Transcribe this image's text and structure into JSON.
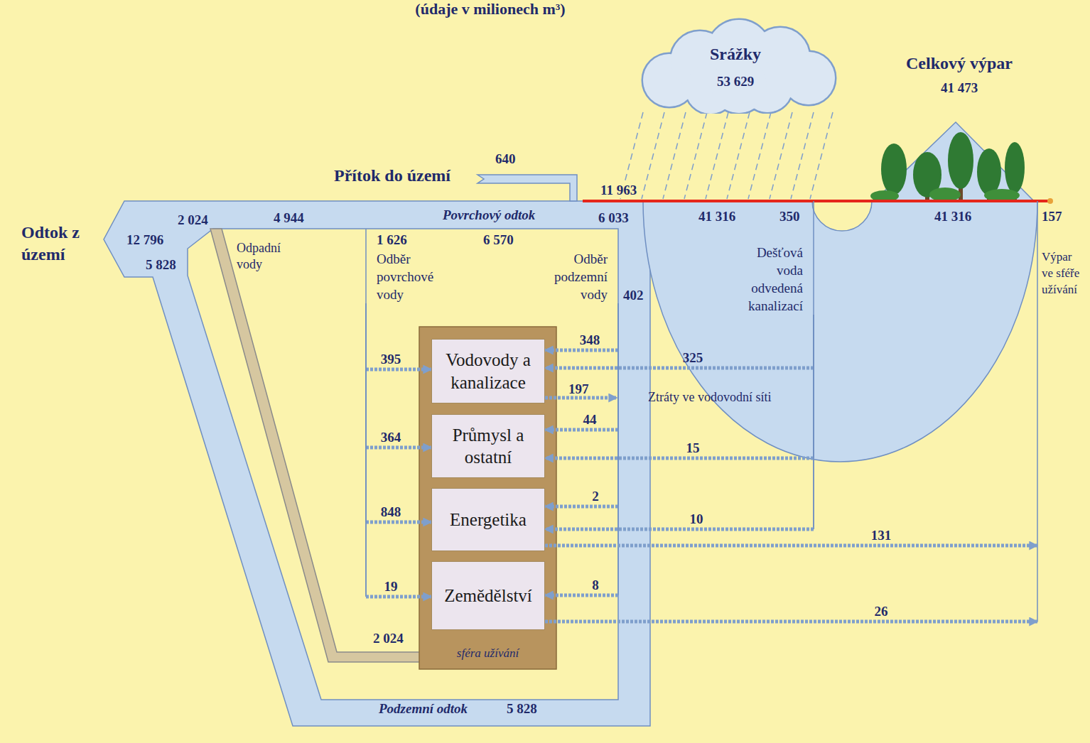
{
  "diagram": {
    "title": "(údaje v milionech m³)",
    "nodes": [
      {
        "text": [
          "Srážky",
          "53 629"
        ]
      },
      {
        "text": [
          "Celkový výpar",
          "41 473"
        ]
      },
      {
        "text": [
          "Odběr povrchové vody"
        ]
      },
      {
        "text": [
          "Odběr podzemní vody"
        ]
      },
      {
        "text": [
          "Dešťová voda odvedená kanalizací"
        ]
      },
      {
        "text": [
          "Výpar ve sféře užívání"
        ]
      },
      {
        "text": [
          "sféra užívání"
        ]
      },
      {
        "text": [
          "Vodovody a kanalizace"
        ],
        "in": 6
      },
      {
        "text": [
          "Průmysl a ostatní"
        ],
        "in": 6
      },
      {
        "text": [
          "Energetika"
        ],
        "in": 6
      },
      {
        "text": [
          "Zemědělství"
        ],
        "in": 6
      }
    ],
    "edges": [
      {
        "from": 2,
        "to": 7,
        "label": "395",
        "arrow": "to"
      },
      {
        "from": 2,
        "to": 8,
        "label": "364",
        "arrow": "to"
      },
      {
        "from": 2,
        "to": 9,
        "label": "848",
        "arrow": "to"
      },
      {
        "from": 2,
        "to": 10,
        "label": "19",
        "arrow": "to"
      },
      {
        "from": 3,
        "to": 7,
        "label": "348",
        "arrow": "to"
      },
      {
        "from": 3,
        "to": 8,
        "label": "44",
        "arrow": "to"
      },
      {
        "from": 3,
        "to": 9,
        "label": "2",
        "arrow": "to"
      },
      {
        "from": 3,
        "to": 10,
        "label": "8",
        "arrow": "to"
      },
      {
        "from": 4,
        "to": 7,
        "label": "325",
        "arrow": "to"
      },
      {
        "from": 4,
        "to": 8,
        "label": "15",
        "arrow": "to"
      },
      {
        "from": 4,
        "to": 9,
        "label": "10",
        "arrow": "to"
      },
      {
        "from": 9,
        "to": 5,
        "label": "131",
        "arrow": "to"
      },
      {
        "from": 10,
        "to": 5,
        "label": "26",
        "arrow": "to"
      }
    ],
    "labels": [
      "Přítok do území",
      "640",
      "11 963",
      "Odtok z území",
      "12 796",
      "2 024",
      "5 828",
      "4 944",
      "Odpadní vody",
      "Povrchový odtok",
      "1 626",
      "6 570",
      "6 033",
      "41 316",
      "350",
      "41 316",
      "157",
      "402",
      "197",
      "Ztráty ve vodovodní síti",
      "2 024",
      "Podzemní odtok",
      "5 828"
    ]
  }
}
